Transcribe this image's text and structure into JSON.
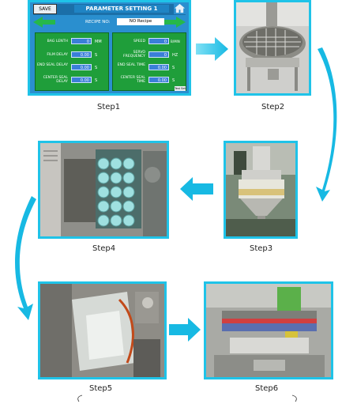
{
  "steps": [
    {
      "label": "Step1"
    },
    {
      "label": "Step2"
    },
    {
      "label": "Step3"
    },
    {
      "label": "Step4"
    },
    {
      "label": "Step5"
    },
    {
      "label": "Step6"
    }
  ],
  "hmi": {
    "save_label": "SAVE",
    "title": "PARAMETER SETTING 1",
    "recipe_label": "RECIPE NO:",
    "recipe_value": "NO Recipe",
    "left_rows": [
      {
        "label": "BAG LENTH",
        "value": "0",
        "unit": "MM"
      },
      {
        "label": "FILM DELAY",
        "value": "0.00",
        "unit": "S"
      },
      {
        "label": "END SEAL DELAY",
        "value": "0.00",
        "unit": "S"
      },
      {
        "label": "CENTER SEAL DELAY",
        "value": "0.00",
        "unit": "S"
      }
    ],
    "right_rows": [
      {
        "label": "SPEED",
        "value": "0",
        "unit": "B/MIN"
      },
      {
        "label": "SERVO FREQUENCY",
        "value": "0",
        "unit": "HZ"
      },
      {
        "label": "END SEAL TIME",
        "value": "0.00",
        "unit": "S"
      },
      {
        "label": "CENTER SEAL TIME",
        "value": "0.00",
        "unit": "S"
      }
    ],
    "ok_label": "Test Set"
  },
  "colors": {
    "frame": "#1fc3e8",
    "arrow": "#1fc3e8"
  }
}
